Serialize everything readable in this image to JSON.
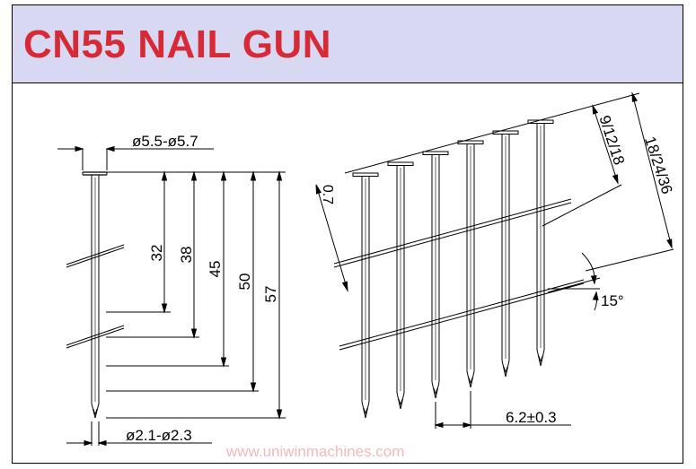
{
  "header": {
    "title": "CN55 NAIL GUN",
    "title_color": "#d62b36",
    "background": "#d8d8f2"
  },
  "left_view": {
    "head_diameter": "ø5.5-ø5.7",
    "shank_diameter": "ø2.1-ø2.3",
    "lengths": [
      "32",
      "38",
      "45",
      "50",
      "57"
    ]
  },
  "right_view": {
    "head_thickness": "0.7",
    "pitch": "6.2±0.3",
    "angle": "15°",
    "wire_offset": "9/12/18",
    "collation_span": "18/24/36"
  },
  "watermark": "www.uniwinmachines.com"
}
